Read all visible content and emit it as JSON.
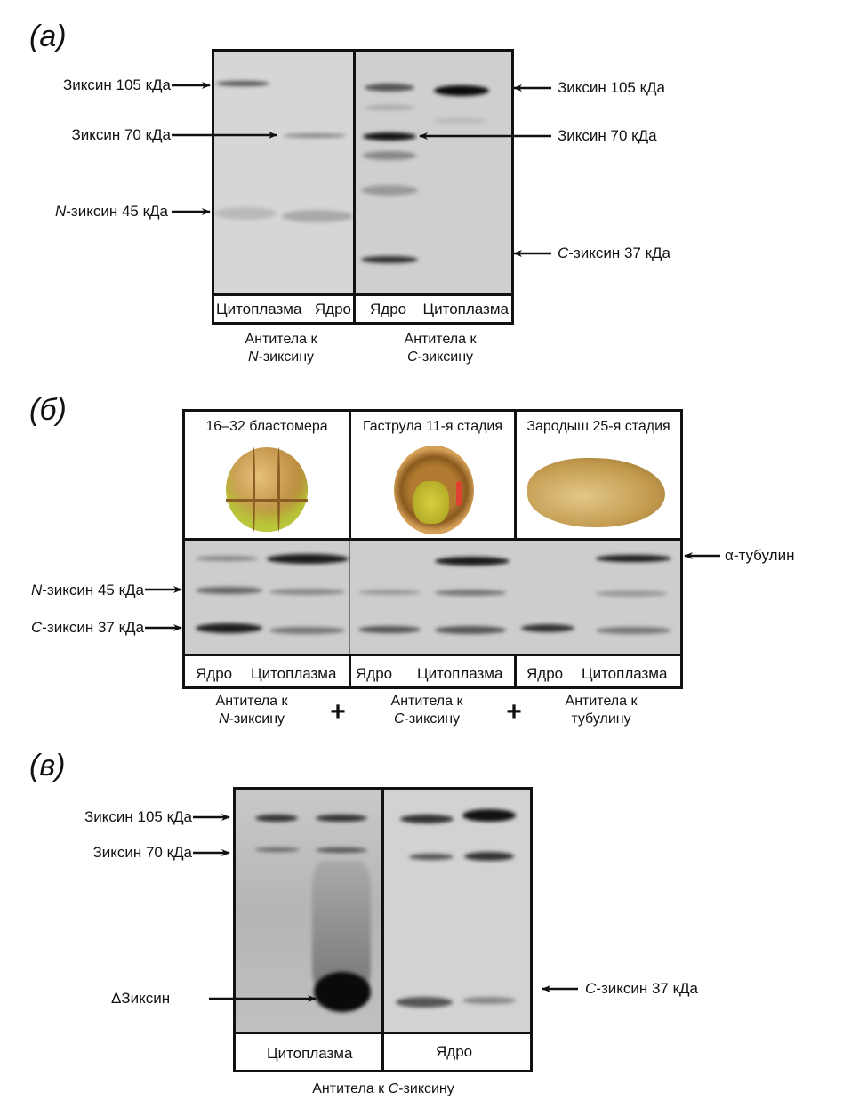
{
  "panel_a": {
    "label": "(а)",
    "left_labels": [
      {
        "italic": "",
        "text": "Зиксин 105 кДа"
      },
      {
        "italic": "",
        "text": "Зиксин 70 кДа"
      },
      {
        "italic": "N",
        "text": "-зиксин 45 кДа"
      }
    ],
    "right_labels": [
      {
        "italic": "",
        "text": "Зиксин 105 кДа"
      },
      {
        "italic": "",
        "text": "Зиксин 70 кДа"
      },
      {
        "italic": "C",
        "text": "-зиксин 37 кДа"
      }
    ],
    "lanes": [
      "Цитоплазма",
      "Ядро",
      "Ядро",
      "Цитоплазма"
    ],
    "captions": [
      {
        "line1": "Антитела к",
        "italic": "N",
        "line2": "-зиксину"
      },
      {
        "line1": "Антитела к",
        "italic": "C",
        "line2": "-зиксину"
      }
    ]
  },
  "panel_b": {
    "label": "(б)",
    "stages": [
      "16–32  бластомера",
      "Гаструла 11-я стадия",
      "Зародыш 25-я стадия"
    ],
    "right_label": "α-тубулин",
    "left_labels": [
      {
        "italic": "N",
        "text": "-зиксин 45 кДа"
      },
      {
        "italic": "C",
        "text": "-зиксин 37 кДа"
      }
    ],
    "lanes": [
      "Ядро",
      "Цитоплазма",
      "Ядро",
      "Цитоплазма",
      "Ядро",
      "Цитоплазма"
    ],
    "captions": [
      {
        "line1": "Антитела к",
        "italic": "N",
        "line2": "-зиксину"
      },
      {
        "line1": "Антитела к",
        "italic": "C",
        "line2": "-зиксину"
      },
      {
        "line1": "Антитела к",
        "italic": "",
        "line2": "тубулину"
      }
    ],
    "plus": "+"
  },
  "panel_c": {
    "label": "(в)",
    "left_labels": [
      {
        "italic": "",
        "text": "Зиксин 105 кДа"
      },
      {
        "italic": "",
        "text": "Зиксин 70 кДа"
      }
    ],
    "delta_label": "ΔЗиксин",
    "right_label": {
      "italic": "C",
      "text": "-зиксин 37 кДа"
    },
    "lanes": [
      "Цитоплазма",
      "Ядро"
    ],
    "caption": {
      "line1": "Антитела к ",
      "italic": "C",
      "line2": "-зиксину"
    }
  }
}
